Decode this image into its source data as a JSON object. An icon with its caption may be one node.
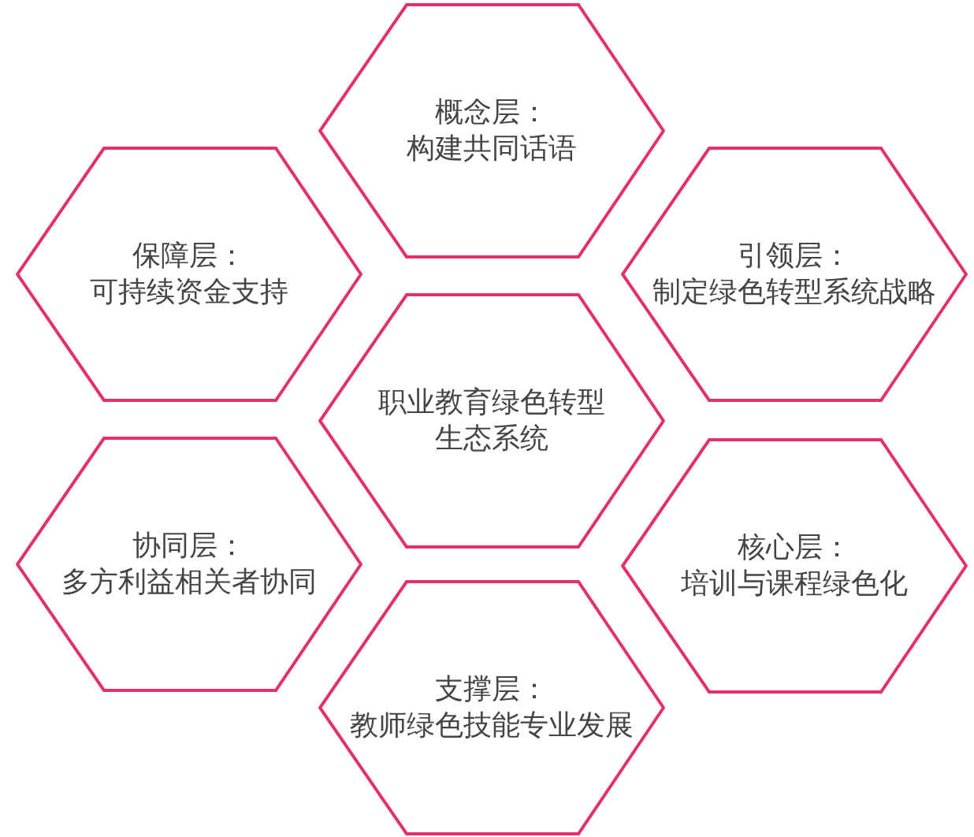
{
  "diagram": {
    "nodes": [
      {
        "text": [
          "概念层：",
          "构建共同话语"
        ]
      },
      {
        "text": [
          "保障层：",
          "可持续资金支持"
        ]
      },
      {
        "text": [
          "引领层：",
          "制定绿色转型系统战略"
        ]
      },
      {
        "text": [
          "职业教育绿色转型生态系统"
        ]
      },
      {
        "text": [
          "协同层：",
          "多方利益相关者协同"
        ]
      },
      {
        "text": [
          "核心层：",
          "培训与课程绿色化"
        ]
      },
      {
        "text": [
          "支撑层：",
          "教师绿色技能专业发展"
        ]
      }
    ]
  }
}
